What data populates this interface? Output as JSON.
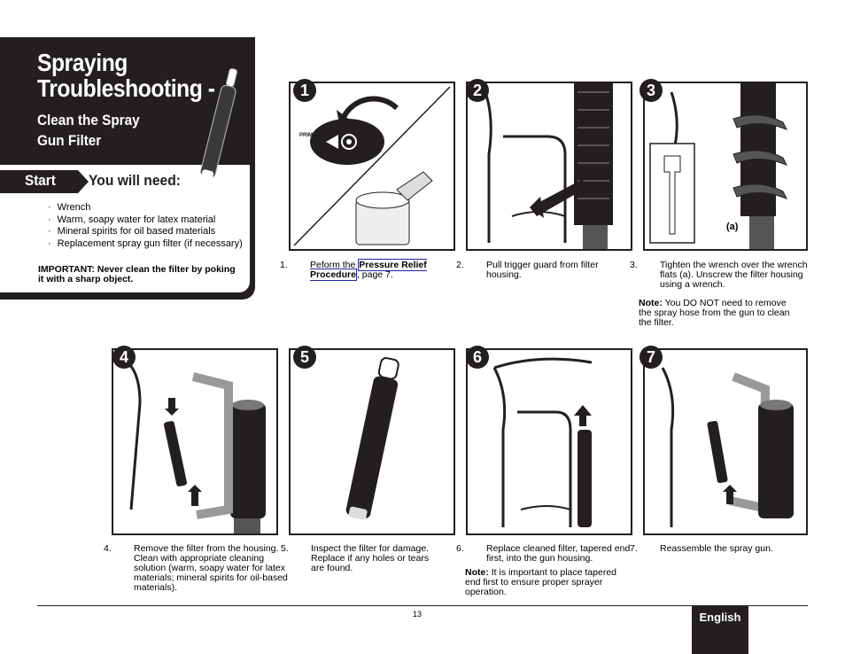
{
  "header": {
    "title": "Spraying Troubleshooting -",
    "title_line1": "Spraying",
    "title_line2": "Troubleshooting -",
    "subtitle_line1": "Clean the Spray",
    "subtitle_line2": "Gun Filter"
  },
  "start": {
    "tag": "Start",
    "need_label": "You will need:",
    "items": [
      "Wrench",
      "Warm, soapy water for latex material",
      "Mineral spirits for oil based materials",
      "Replacement spray gun filter (if necessary)"
    ],
    "important": "IMPORTANT:  Never clean the filter by poking it with a sharp object."
  },
  "steps": [
    {
      "badge": "1",
      "num": "1.",
      "text_pre": "Peform the ",
      "link": "Pressure Relief Procedure",
      "text_post": ", page 7.",
      "figure_label": "PRIME"
    },
    {
      "badge": "2",
      "num": "2.",
      "text": "Pull trigger guard from filter housing."
    },
    {
      "badge": "3",
      "num": "3.",
      "text": "Tighten the wrench over the wrench flats (a).  Unscrew the filter housing using a wrench.",
      "figure_label": "(a)",
      "note_label": "Note:",
      "note": "  You DO NOT need to remove the spray hose from the gun to clean the filter."
    },
    {
      "badge": "4",
      "num": "4.",
      "text": "Remove the filter from the housing.  Clean with appropriate cleaning solution (warm, soapy water for latex materials; mineral spirits for oil-based materials)."
    },
    {
      "badge": "5",
      "num": "5.",
      "text": "Inspect the filter for damage.  Replace if any holes or tears are found."
    },
    {
      "badge": "6",
      "num": "6.",
      "text": "Replace cleaned filter, tapered end first, into the gun housing.",
      "note_label": "Note:",
      "note": "  It is important to place tapered end first to ensure proper sprayer operation."
    },
    {
      "badge": "7",
      "num": "7.",
      "text": "Reassemble the spray gun."
    }
  ],
  "footer": {
    "page_number": "13",
    "language_tab": "English"
  }
}
